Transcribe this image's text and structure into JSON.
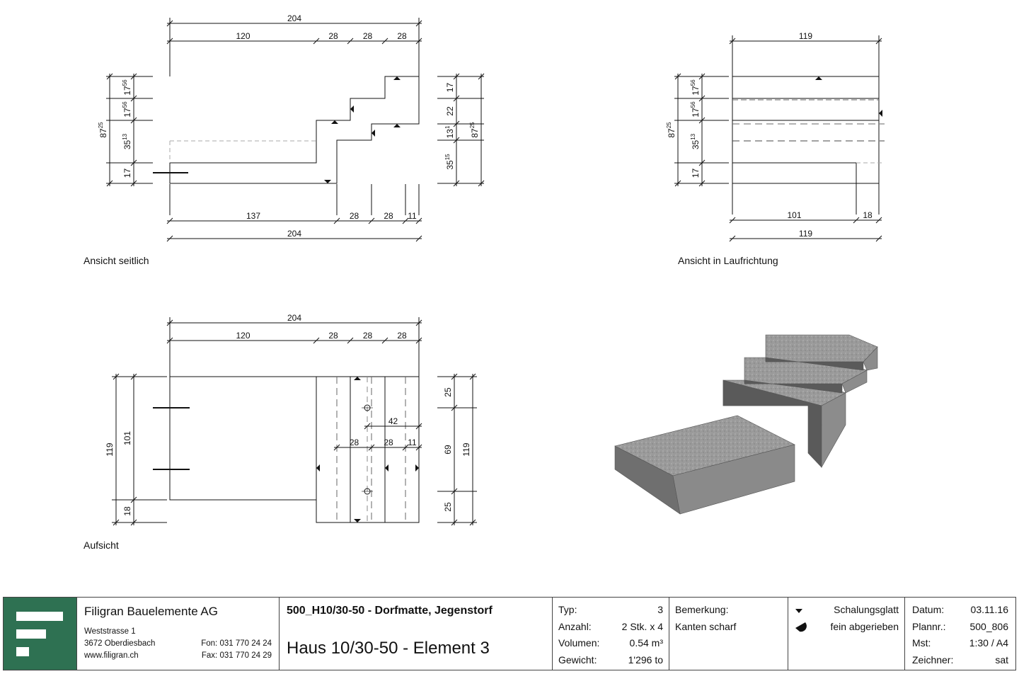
{
  "views": {
    "side": {
      "caption": "Ansicht seitlich",
      "top_total": "204",
      "top_parts": [
        "120",
        "28",
        "28",
        "28"
      ],
      "bottom_parts": [
        "137",
        "28",
        "28",
        "11"
      ],
      "bottom_total": "204",
      "left_total": "87",
      "left_total_sup": "25",
      "left_parts": [
        {
          "v": "17",
          "s": "56"
        },
        {
          "v": "17",
          "s": "56"
        },
        {
          "v": "35",
          "s": "13"
        },
        {
          "v": "17",
          "s": ""
        }
      ],
      "right_parts": [
        {
          "v": "17",
          "s": ""
        },
        {
          "v": "22",
          "s": ""
        },
        {
          "v": "13",
          "s": "1"
        },
        {
          "v": "35",
          "s": "15"
        }
      ],
      "right_total": "87",
      "right_total_sup": "25"
    },
    "front": {
      "caption": "Ansicht in Laufrichtung",
      "top_total": "119",
      "bottom_parts": [
        "101",
        "18"
      ],
      "bottom_total": "119",
      "left_total": "87",
      "left_total_sup": "25",
      "left_parts": [
        {
          "v": "17",
          "s": "56"
        },
        {
          "v": "17",
          "s": "56"
        },
        {
          "v": "35",
          "s": "13"
        },
        {
          "v": "17",
          "s": ""
        }
      ]
    },
    "plan": {
      "caption": "Aufsicht",
      "top_total": "204",
      "top_parts": [
        "120",
        "28",
        "28",
        "28"
      ],
      "inner_42": "42",
      "inner_parts": [
        "28",
        "28",
        "11"
      ],
      "left_total": "119",
      "left_parts": [
        "101",
        "18"
      ],
      "right_parts": [
        "25",
        "69",
        "25"
      ],
      "right_total": "119"
    }
  },
  "title_block": {
    "logo_color": "#2e7152",
    "company": "Filigran Bauelemente AG",
    "street": "Weststrasse 1",
    "city": "3672 Oberdiesbach",
    "web": "www.filigran.ch",
    "phone_label": "Fon:",
    "phone": "031 770 24 24",
    "fax_label": "Fax:",
    "fax": "031 770 24 29",
    "project": "500_H10/30-50 - Dorfmatte, Jegenstorf",
    "element": "Haus 10/30-50 - Element 3",
    "specs": [
      {
        "k": "Typ:",
        "v": "3"
      },
      {
        "k": "Anzahl:",
        "v": "2 Stk. x 4"
      },
      {
        "k": "Volumen:",
        "v": "0.54 m³"
      },
      {
        "k": "Gewicht:",
        "v": "1'296 to"
      }
    ],
    "remark_label": "Bemerkung:",
    "remark": "Kanten scharf",
    "legend": [
      {
        "icon": "triangle-down-icon",
        "label": "Schalungsglatt"
      },
      {
        "icon": "trowel-icon",
        "label": "fein abgerieben"
      }
    ],
    "info": [
      {
        "k": "Datum:",
        "v": "03.11.16"
      },
      {
        "k": "Plannr.:",
        "v": "500_806"
      },
      {
        "k": "Mst:",
        "v": "1:30 / A4"
      },
      {
        "k": "Zeichner:",
        "v": "sat"
      }
    ]
  }
}
